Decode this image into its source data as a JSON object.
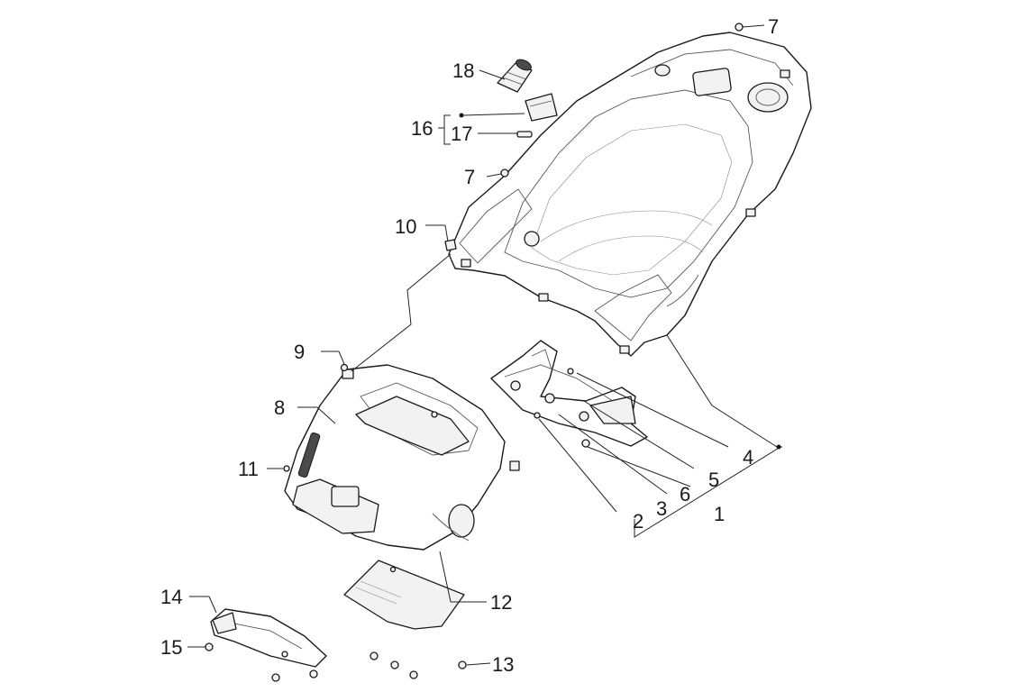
{
  "callouts": {
    "c1": "1",
    "c2": "2",
    "c3": "3",
    "c4": "4",
    "c5": "5",
    "c6": "6",
    "c7a": "7",
    "c7b": "7",
    "c8": "8",
    "c9": "9",
    "c10": "10",
    "c11": "11",
    "c12": "12",
    "c13": "13",
    "c14": "14",
    "c15": "15",
    "c16": "16",
    "c17": "17",
    "c18": "18"
  },
  "colors": {
    "line": "#1a1a1a",
    "fill": "#ffffff",
    "shade": "#f2f2f2"
  }
}
